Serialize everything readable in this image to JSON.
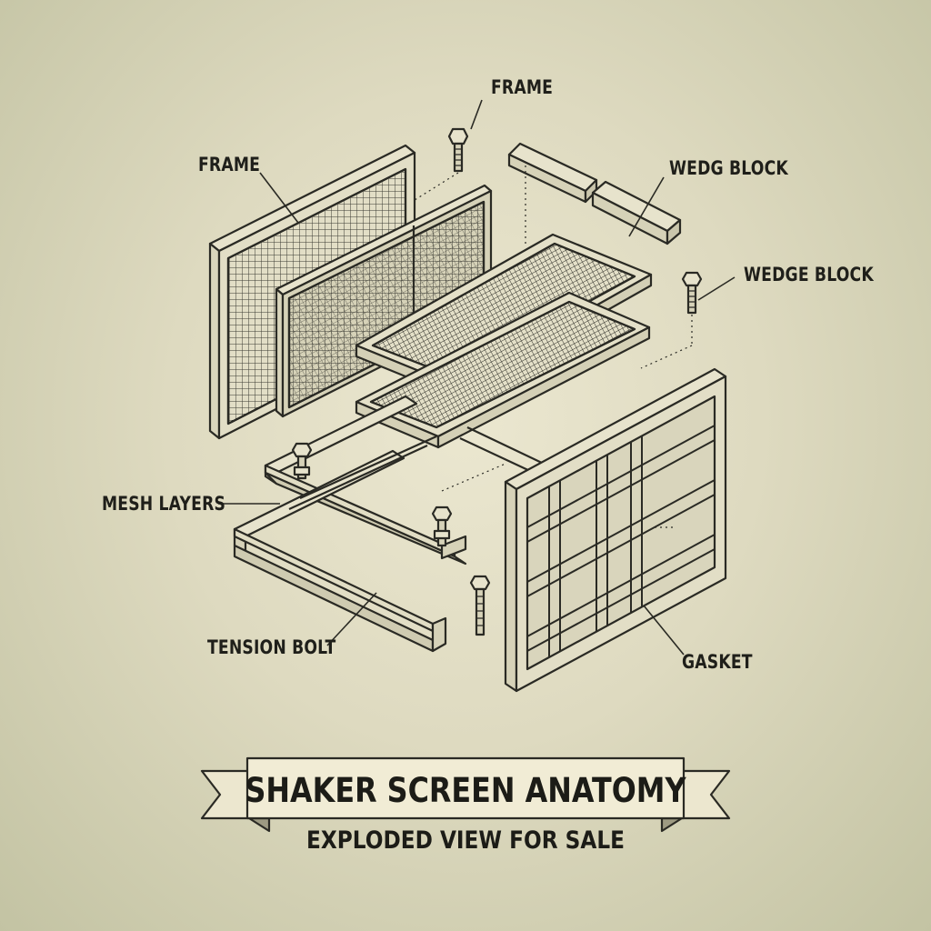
{
  "labels": {
    "frame_top": "FRAME",
    "frame_left": "FRAME",
    "wedg_block": "WEDG BLOCK",
    "wedge_block": "WEDGE BLOCK",
    "mesh_layers": "MESH LAYERS",
    "tension_bolt": "TENSION BOLT",
    "gasket": "GASKET"
  },
  "banner": {
    "title": "SHAKER SCREEN ANATOMY",
    "subtitle": "EXPLODED VIEW FOR SALE"
  }
}
